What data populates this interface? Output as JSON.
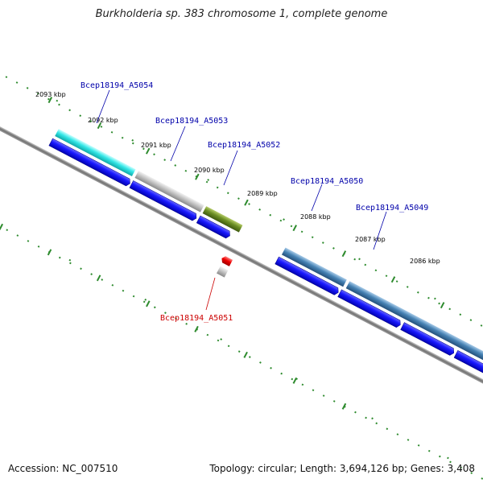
{
  "title": "Burkholderia sp. 383 chromosome 1, complete genome",
  "footer": {
    "accession": "Accession: NC_007510",
    "topology": "Topology: circular; Length: 3,694,126 bp; Genes: 3,408"
  },
  "colors": {
    "background": "#ffffff",
    "backbone": "#808080",
    "ruler_ticks": "#2e8b2e",
    "forward_genes": "#0000ee",
    "label_blue": "#0000aa",
    "label_red": "#cc0000",
    "highlight_cyan": "#33e6e6",
    "highlight_gray": "#b8b8b8",
    "highlight_olive": "#6b8e23",
    "highlight_steelblue": "#4682b4",
    "highlight_red": "#ee0000"
  },
  "ruler_labels": [
    "2093 kbp",
    "2092 kbp",
    "2091 kbp",
    "2090 kbp",
    "2089 kbp",
    "2088 kbp",
    "2087 kbp",
    "2086 kbp"
  ],
  "gene_labels": [
    {
      "name": "Bcep18194_A5054",
      "color": "blue"
    },
    {
      "name": "Bcep18194_A5053",
      "color": "blue"
    },
    {
      "name": "Bcep18194_A5052",
      "color": "blue"
    },
    {
      "name": "Bcep18194_A5050",
      "color": "blue"
    },
    {
      "name": "Bcep18194_A5049",
      "color": "blue"
    },
    {
      "name": "Bcep18194_A5051",
      "color": "red"
    }
  ]
}
